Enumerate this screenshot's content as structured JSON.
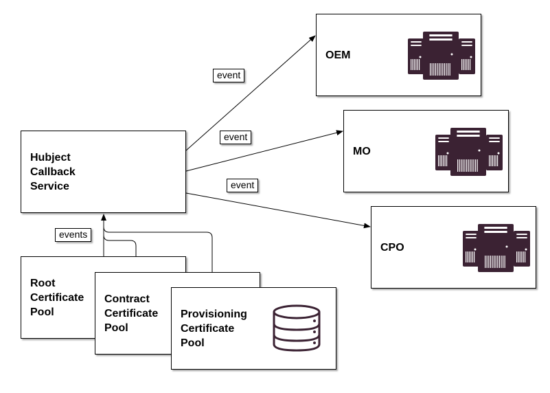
{
  "nodes": {
    "hubject": {
      "label": "Hubject\nCallback\nService"
    },
    "oem": {
      "label": "OEM",
      "icon": "server-rack-icon"
    },
    "mo": {
      "label": "MO",
      "icon": "server-rack-icon"
    },
    "cpo": {
      "label": "CPO",
      "icon": "server-rack-icon"
    },
    "root_pool": {
      "label": "Root\nCertificate\nPool"
    },
    "contract_pool": {
      "label": "Contract\nCertificate\nPool"
    },
    "provisioning_pool": {
      "label": "Provisioning\nCertificate\nPool",
      "icon": "database-icon"
    }
  },
  "edges": {
    "to_oem": {
      "label": "event"
    },
    "to_mo": {
      "label": "event"
    },
    "to_cpo": {
      "label": "event"
    },
    "from_pools": {
      "label": "events"
    }
  },
  "colors": {
    "server_fill": "#3b2233",
    "server_light": "#ffffff",
    "database_stroke": "#3b2233"
  }
}
